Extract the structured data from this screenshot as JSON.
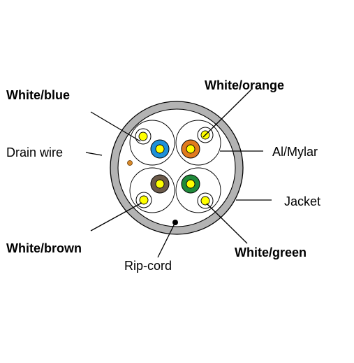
{
  "labels": {
    "white_blue": "White/blue",
    "white_orange": "White/orange",
    "drain_wire": "Drain wire",
    "al_mylar": "Al/Mylar",
    "jacket": "Jacket",
    "white_brown": "White/brown",
    "white_green": "White/green",
    "rip_cord": "Rip-cord"
  },
  "colors": {
    "jacket": "#b3b3b3",
    "conductor": "#ffff00",
    "blue": "#1e90d8",
    "orange": "#e07a1e",
    "brown": "#6b5a4a",
    "green": "#1f8a3a",
    "drain_wire": "#d8892a",
    "rip_cord": "#000000",
    "line": "#000000"
  }
}
